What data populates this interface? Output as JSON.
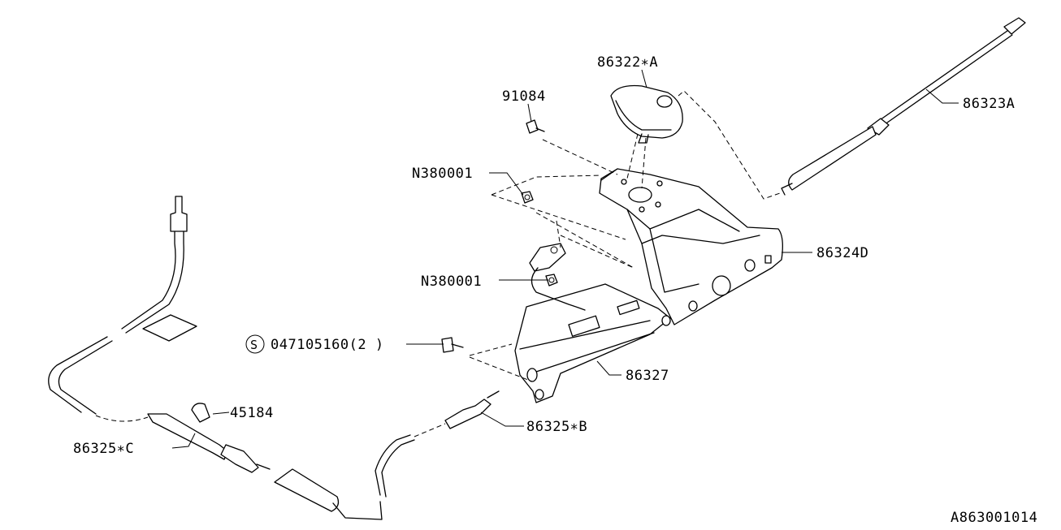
{
  "labels": {
    "antenna_base": "86322∗A",
    "screw": "91084",
    "nut_upper": "N380001",
    "nut_lower": "N380001",
    "bolt": "047105160(2 )",
    "bolt_symbol": "S",
    "clip": "45184",
    "cable_c": "86325∗C",
    "cable_b": "86325∗B",
    "bracket_small": "86327",
    "bracket_main": "86324D",
    "antenna_mast": "86323A"
  },
  "diagram_id": "A863001014"
}
